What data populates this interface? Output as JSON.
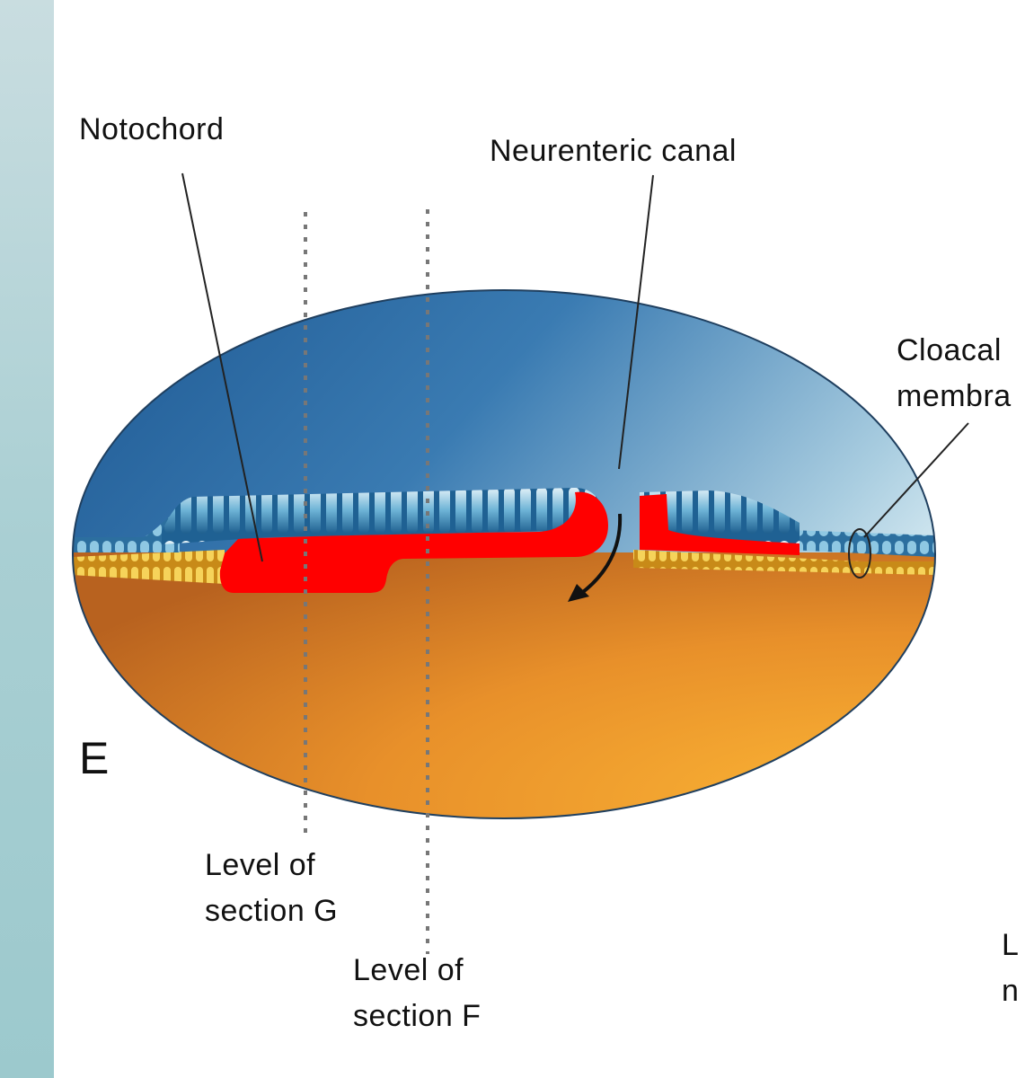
{
  "panel_letter": "E",
  "labels": {
    "notochord": "Notochord",
    "neurenteric_canal": "Neurenteric canal",
    "cloacal_line1": "Cloacal",
    "cloacal_line2": "membra",
    "level_g_line1": "Level of",
    "level_g_line2": "section G",
    "level_f_line1": "Level of",
    "level_f_line2": "section F",
    "cut_right_line1": "L",
    "cut_right_line2": "n"
  },
  "colors": {
    "ectoderm_blue": "#2b6aa0",
    "notochord_red": "#ff0000",
    "yolk_orange": "#f0a030",
    "side_strip": "#a9cfd3"
  }
}
